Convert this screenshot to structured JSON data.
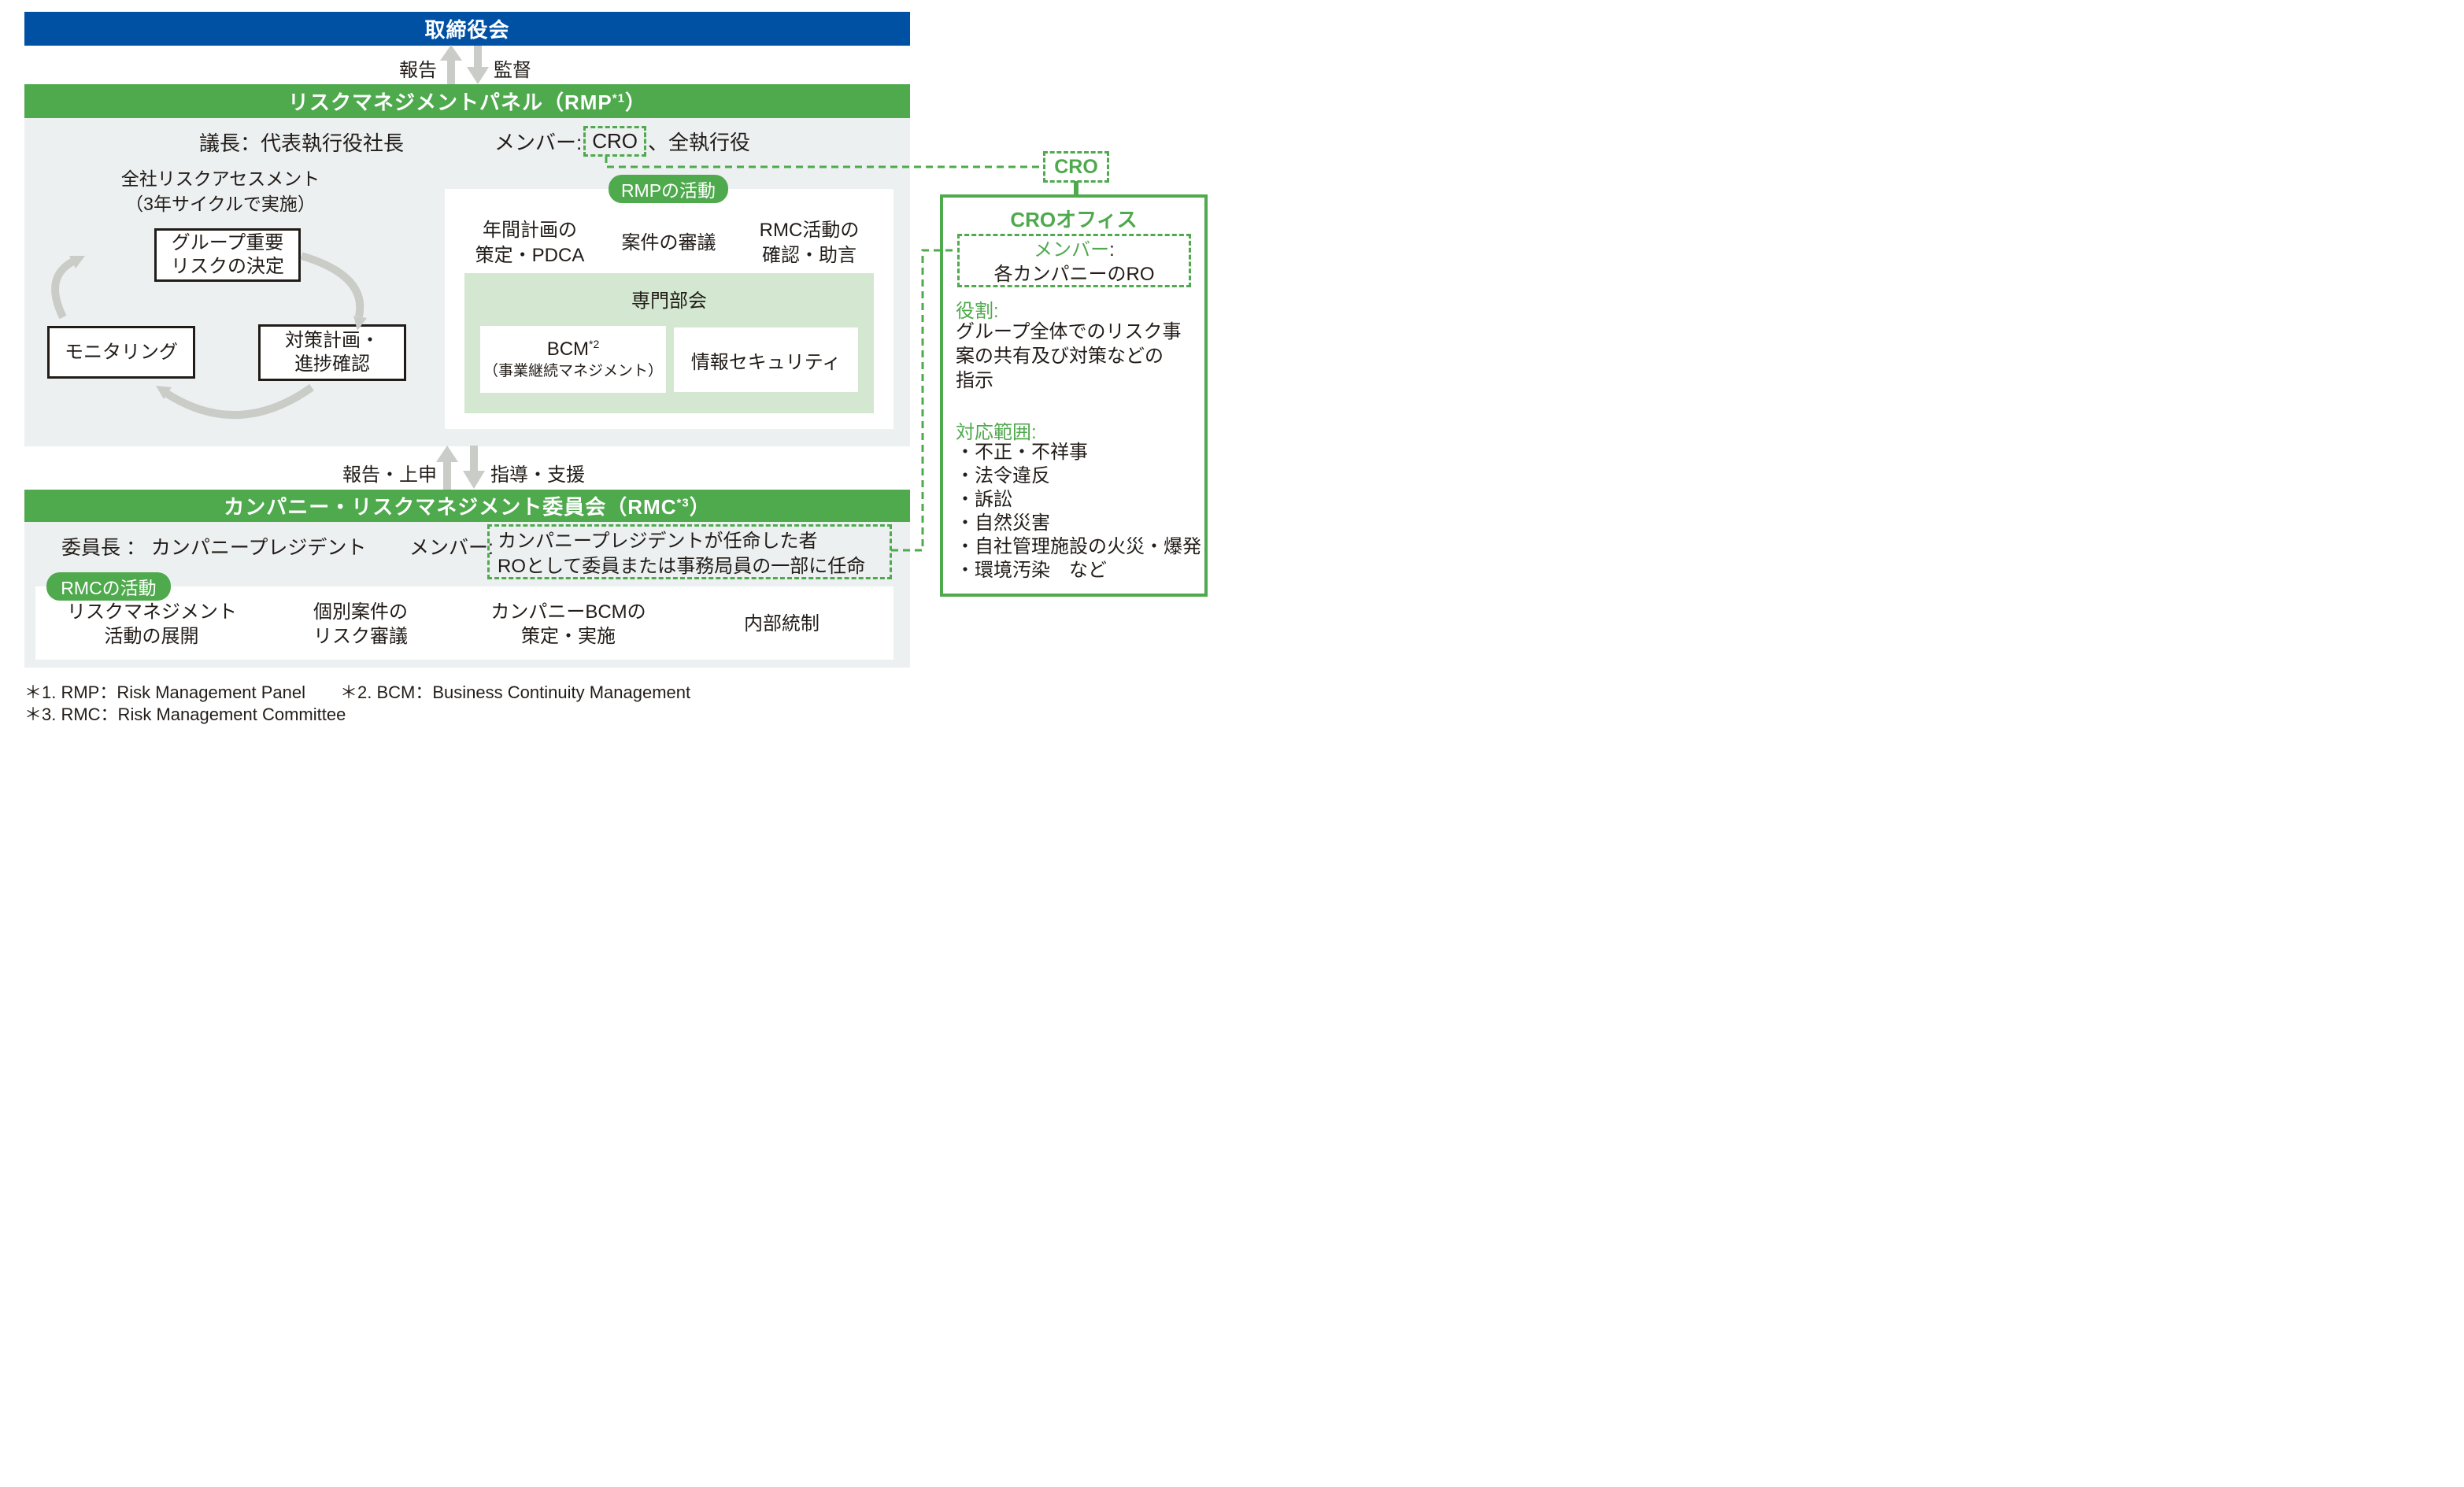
{
  "colors": {
    "board_blue": "#0051A4",
    "green": "#4FA94D",
    "light_green_panel": "#D4E8D1",
    "gray_panel": "#ECF0F1",
    "arrow_gray": "#C9CCC7",
    "text_dark": "#221C18"
  },
  "board": {
    "title": "取締役会"
  },
  "top_arrows": {
    "up_label": "報告",
    "down_label": "監督"
  },
  "rmp": {
    "bar_prefix": "リスクマネジメントパネル（RMP",
    "bar_sup": "*1",
    "bar_suffix": "）",
    "chair": "議長：代表執行役社長",
    "member_prefix": "メンバー:",
    "member_cro": "CRO",
    "member_suffix": "、全執行役",
    "assessment_l1": "全社リスクアセスメント",
    "assessment_l2": "（3年サイクルで実施）",
    "cycle_box1_l1": "グループ重要",
    "cycle_box1_l2": "リスクの決定",
    "cycle_box2_l1": "対策計画・",
    "cycle_box2_l2": "進捗確認",
    "cycle_box3": "モニタリング",
    "badge": "RMPの活動",
    "act1_l1": "年間計画の",
    "act1_l2": "策定・PDCA",
    "act2": "案件の審議",
    "act3_l1": "RMC活動の",
    "act3_l2": "確認・助言",
    "subcom_title": "専門部会",
    "bcm_l1": "BCM",
    "bcm_sup": "*2",
    "bcm_l2": "（事業継続マネジメント）",
    "infosec": "情報セキュリティ"
  },
  "mid_arrows": {
    "up_label": "報告・上申",
    "down_label": "指導・支援"
  },
  "rmc": {
    "bar_prefix": "カンパニー・リスクマネジメント委員会（RMC",
    "bar_sup": "*3",
    "bar_suffix": "）",
    "chair": "委員長 ： カンパニープレジデント",
    "member_prefix": "メンバー:",
    "member_l1": "カンパニープレジデントが任命した者",
    "member_l2": "ROとして委員または事務局員の一部に任命",
    "badge": "RMCの活動",
    "act1_l1": "リスクマネジメント",
    "act1_l2": "活動の展開",
    "act2_l1": "個別案件の",
    "act2_l2": "リスク審議",
    "act3_l1": "カンパニーBCMの",
    "act3_l2": "策定・実施",
    "act4": "内部統制"
  },
  "cro": {
    "label": "CRO",
    "office_title": "CROオフィス",
    "member_label": "メンバー",
    "member_colon": ":",
    "member_value": "各カンパニーのRO",
    "role_label": "役割:",
    "role_l1": "グループ全体でのリスク事",
    "role_l2": "案の共有及び対策などの",
    "role_l3": "指示",
    "scope_label": "対応範囲:",
    "scope": [
      "・不正・不祥事",
      "・法令違反",
      "・訴訟",
      "・自然災害",
      "・自社管理施設の火災・爆発",
      "・環境汚染　など"
    ]
  },
  "footnotes": {
    "line1": "＊1. RMP：Risk Management Panel　　＊2. BCM：Business Continuity Management",
    "line2": "＊3. RMC：Risk Management Committee"
  }
}
